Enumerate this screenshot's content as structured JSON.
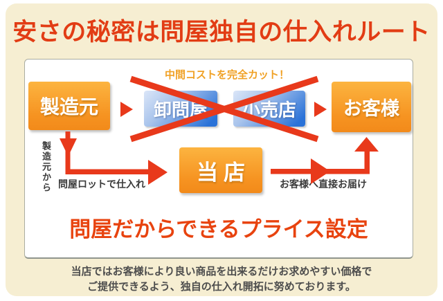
{
  "page": {
    "title": "安さの秘密は問屋独自の仕入れルート",
    "footer": {
      "line1": "当店ではお客様により良い商品を出来るだけお求めやすい価格で",
      "line2": "ご提供できるよう、独自の仕入れ開拓に努めております。"
    }
  },
  "diagram": {
    "banner": "中間コストを完全カット！",
    "caption": "問屋だからできるプライス設定",
    "nodes": {
      "manufacturer": "製造元",
      "wholesaler": "卸問屋",
      "retailer": "小売店",
      "customer": "お客様",
      "our_store": "当店"
    },
    "labels": {
      "from_manufacturer": "製造元から",
      "wholesale_lot": "問屋ロットで仕入れ",
      "direct_delivery": "お客様へ直接お届け"
    },
    "icons": {
      "cross_out": "x-mark",
      "flow_arrows": "red-arrow"
    },
    "colors": {
      "background_cream": "#f6eed2",
      "title_red": "#e23c14",
      "caption_red": "#e8430f",
      "arrow_red": "#e8391b",
      "banner_orange": "#f0a125",
      "node_orange_top": "#fcb440",
      "node_orange_bottom": "#f28a1a",
      "node_blue_light": "#dbe6f8",
      "node_blue_deep": "#2a72d8",
      "label_dark": "#3a3a3a"
    }
  }
}
